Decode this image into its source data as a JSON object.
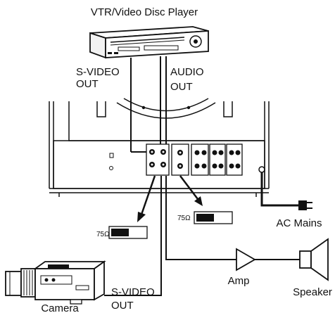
{
  "labels": {
    "player": "VTR/Video Disc Player",
    "svideo_out_top_line1": "S-VIDEO",
    "svideo_out_top_line2": "OUT",
    "audio_out_line1": "AUDIO",
    "audio_out_line2": "OUT",
    "switch_left": "75Ω",
    "switch_right": "75Ω",
    "ac_mains": "AC Mains",
    "amp": "Amp",
    "speaker": "Speaker",
    "camera": "Camera",
    "svideo_out_bottom_line1": "S-VIDEO",
    "svideo_out_bottom_line2": "OUT"
  }
}
